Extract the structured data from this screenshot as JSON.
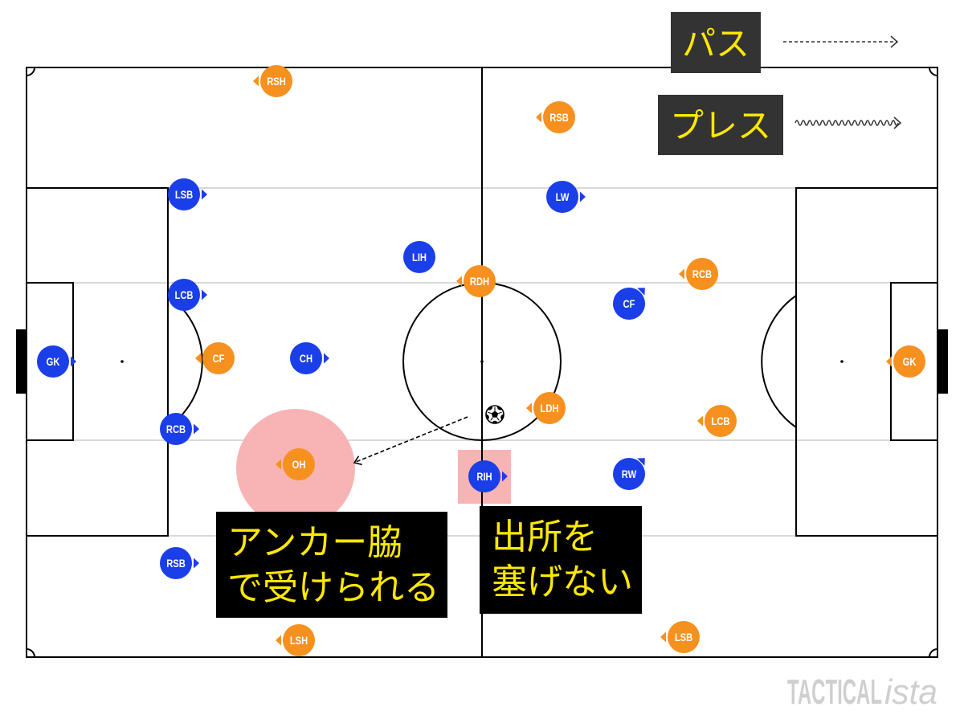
{
  "legend": {
    "pass": {
      "label": "パス",
      "icon": "dashed-arrow-icon"
    },
    "press": {
      "label": "プレス",
      "icon": "wavy-arrow-icon"
    }
  },
  "teams": {
    "blue": {
      "players": [
        {
          "label": "GK"
        },
        {
          "label": "LSB"
        },
        {
          "label": "LCB"
        },
        {
          "label": "RCB"
        },
        {
          "label": "RSB"
        },
        {
          "label": "CH"
        },
        {
          "label": "LIH"
        },
        {
          "label": "RIH"
        },
        {
          "label": "LW"
        },
        {
          "label": "CF"
        },
        {
          "label": "RW"
        }
      ]
    },
    "orange": {
      "players": [
        {
          "label": "RSH"
        },
        {
          "label": "RSB"
        },
        {
          "label": "RDH"
        },
        {
          "label": "RCB"
        },
        {
          "label": "CF"
        },
        {
          "label": "GK"
        },
        {
          "label": "LDH"
        },
        {
          "label": "LCB"
        },
        {
          "label": "OH"
        },
        {
          "label": "LSH"
        },
        {
          "label": "LSB"
        }
      ]
    }
  },
  "annotations": {
    "anchor_side": {
      "lines": [
        "アンカー脇",
        "で受けられる"
      ]
    },
    "pass_source": {
      "lines": [
        "出所を",
        "塞げない"
      ]
    }
  },
  "ball": {
    "icon": "soccer-ball-icon"
  },
  "watermark": {
    "main": "TACTICAL",
    "suffix": "ista"
  },
  "colors": {
    "blue_team": "#1a3ee8",
    "orange_team": "#f6901f",
    "note_box": "#000000",
    "legend_box": "#333333",
    "label_text": "#ffe800",
    "highlight": "#f8b4b4",
    "lane_line": "#d9d9d9",
    "watermark": "#cfcfcf"
  }
}
